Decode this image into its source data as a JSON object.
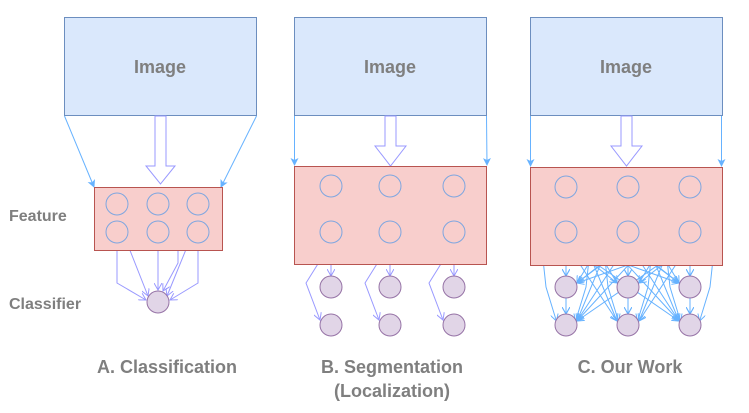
{
  "colors": {
    "image_fill": "#dae8fc",
    "image_stroke": "#6c8ebf",
    "feature_fill": "#f8cecc",
    "feature_stroke": "#b85450",
    "neuron_stroke": "#7ea6e0",
    "classifier_fill": "#e1d5e7",
    "classifier_stroke": "#9673a6",
    "edge_purple": "#9999ff",
    "edge_blue": "#66b2ff",
    "text": "#7f7f7f"
  },
  "row_labels": {
    "feature": "Feature",
    "classifier": "Classifier"
  },
  "panels": [
    {
      "id": "classification",
      "image_label": "Image",
      "caption_lines": [
        "A. Classification"
      ],
      "feature_nodes": {
        "columns": 3,
        "rows": 2
      },
      "classifier_nodes": {
        "columns": 1,
        "rows": 1
      },
      "connection": "all-to-one"
    },
    {
      "id": "segmentation",
      "image_label": "Image",
      "caption_lines": [
        "B. Segmentation",
        "(Localization)"
      ],
      "feature_nodes": {
        "columns": 3,
        "rows": 2
      },
      "classifier_nodes": {
        "columns": 3,
        "rows": 2
      },
      "connection": "column-wise"
    },
    {
      "id": "our-work",
      "image_label": "Image",
      "caption_lines": [
        "C. Our Work"
      ],
      "feature_nodes": {
        "columns": 3,
        "rows": 2
      },
      "classifier_nodes": {
        "columns": 3,
        "rows": 2
      },
      "connection": "dense"
    }
  ]
}
